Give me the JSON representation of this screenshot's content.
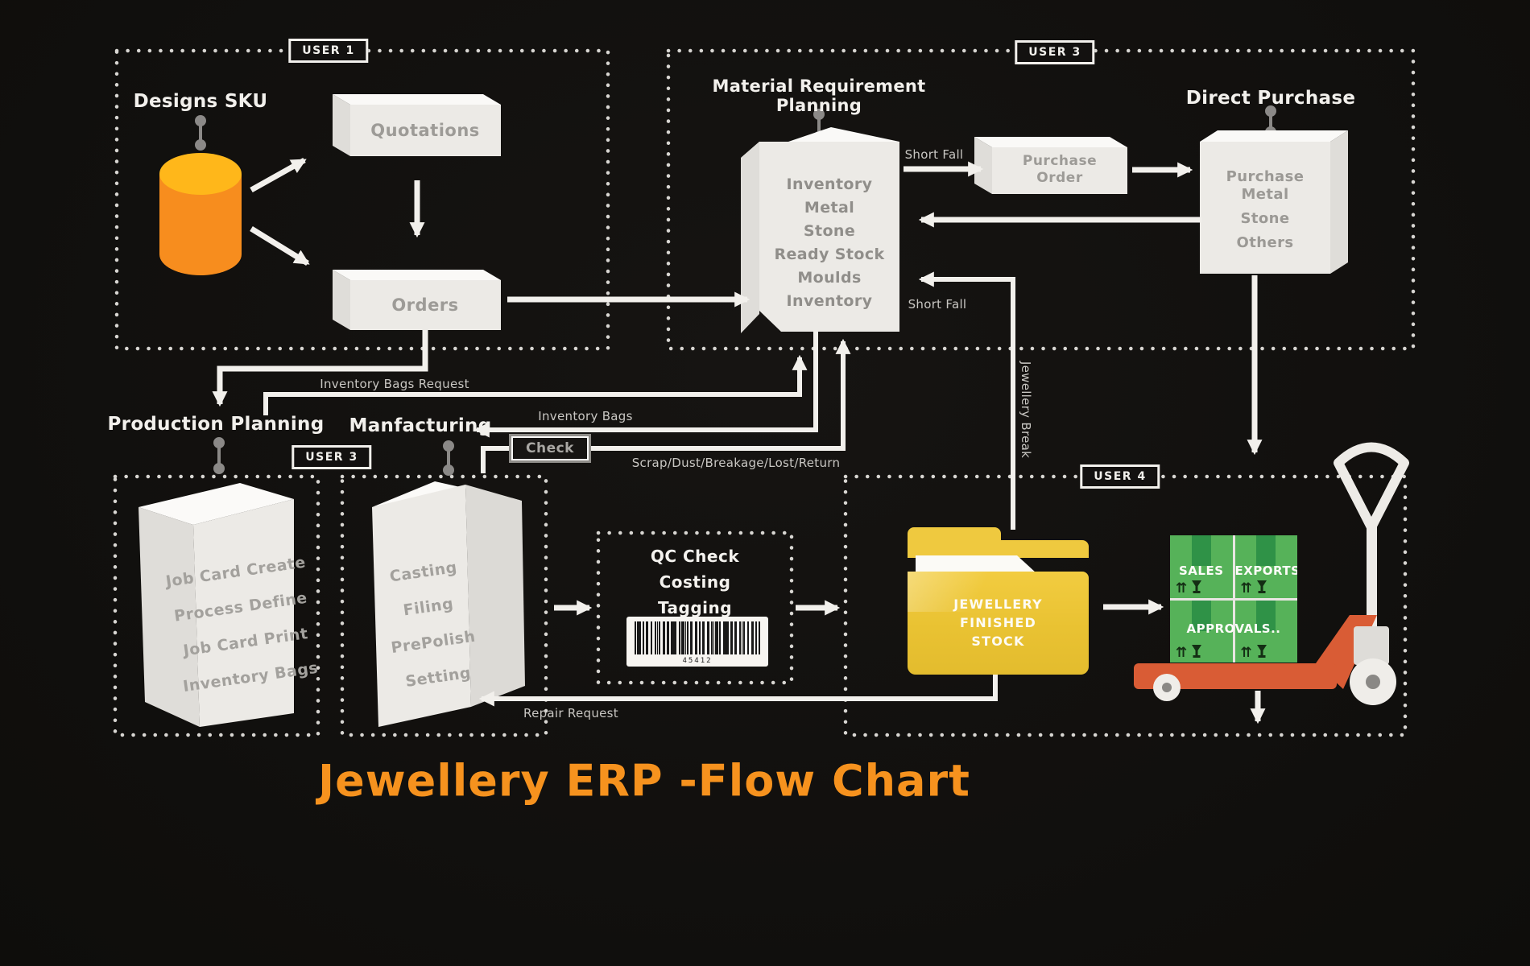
{
  "title": {
    "text": "Jewellery ERP -Flow Chart"
  },
  "user_labels": {
    "user1": "USER 1",
    "user3_top": "USER 3",
    "user3_bottom": "USER 3",
    "user4": "USER 4"
  },
  "design_section": {
    "heading": "Designs SKU",
    "quotations": "Quotations",
    "orders": "Orders"
  },
  "mrp": {
    "heading_line1": "Material Requirement",
    "heading_line2": "Planning",
    "items": [
      "Inventory",
      "Metal",
      "Stone",
      "Ready Stock",
      "Moulds",
      "Inventory"
    ]
  },
  "purchase_order": {
    "line1": "Purchase",
    "line2": "Order"
  },
  "direct_purchase": {
    "heading": "Direct Purchase",
    "items": [
      "Purchase",
      "Metal",
      "Stone",
      "Others"
    ]
  },
  "production_planning": {
    "heading": "Production Planning",
    "items": [
      "Job Card Create",
      "Process Define",
      "Job Card Print",
      "Inventory Bags"
    ]
  },
  "manufacturing": {
    "heading": "Manfacturing",
    "items": [
      "Casting",
      "Filing",
      "PrePolish",
      "Setting"
    ]
  },
  "qc": {
    "line1": "QC Check",
    "line2": "Costing",
    "line3": "Tagging",
    "barcode_number": "45412"
  },
  "finished_stock": {
    "line1": "JEWELLERY",
    "line2": "FINISHED",
    "line3": "STOCK"
  },
  "pallet": {
    "box1": "SALES",
    "box2": "EXPORTS",
    "box3": "APPROVALS.."
  },
  "flow_labels": {
    "short_fall_top": "Short Fall",
    "short_fall_bottom": "Short Fall",
    "inventory_bags_request": "Inventory Bags Request",
    "inventory_bags": "Inventory Bags",
    "check": "Check",
    "scrap_return": "Scrap/Dust/Breakage/Lost/Return",
    "jewellery_break": "Jewellery Break",
    "repair_request": "Repair Request"
  },
  "colors": {
    "accent_orange": "#F6921E",
    "cylinder_top": "#FFB71A",
    "cylinder_body": "#F78D1E",
    "folder_yellow": "#EFC93C",
    "crate_green": "#56B259",
    "pallet_red": "#D95C35"
  }
}
